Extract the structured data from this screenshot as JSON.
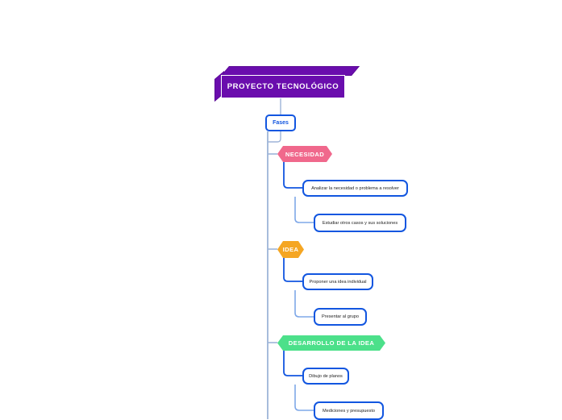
{
  "diagram": {
    "type": "mindmap",
    "title": "PROYECTO TECNOLÓGICO",
    "root": {
      "label": "PROYECTO TECNOLÓGICO",
      "color": "#6A0DAD",
      "shape": "3d-box"
    },
    "branch": {
      "label": "Fases",
      "color": "#1256e0",
      "shape": "rounded-rect"
    },
    "phases": [
      {
        "label": "NECESIDAD",
        "color": "#F0688C",
        "shape": "hexagon",
        "children": [
          {
            "label": "Analizar la necesidad o problema a resolver"
          },
          {
            "label": "Estudiar otros casos y sus soluciones"
          }
        ]
      },
      {
        "label": "IDEA",
        "color": "#F5A623",
        "shape": "hexagon",
        "children": [
          {
            "label": "Proponer una idea individual"
          },
          {
            "label": "Presentar al grupo"
          }
        ]
      },
      {
        "label": "DESARROLLO DE LA IDEA",
        "color": "#4CE08A",
        "shape": "hexagon",
        "children": [
          {
            "label": "Dibujo de planos"
          },
          {
            "label": "Mediciones y presupuesto"
          }
        ]
      }
    ],
    "colors": {
      "trunk_line": "#9db4d8",
      "child_line": "#1256e0",
      "node_border": "#1256e0",
      "background": "#ffffff"
    }
  }
}
